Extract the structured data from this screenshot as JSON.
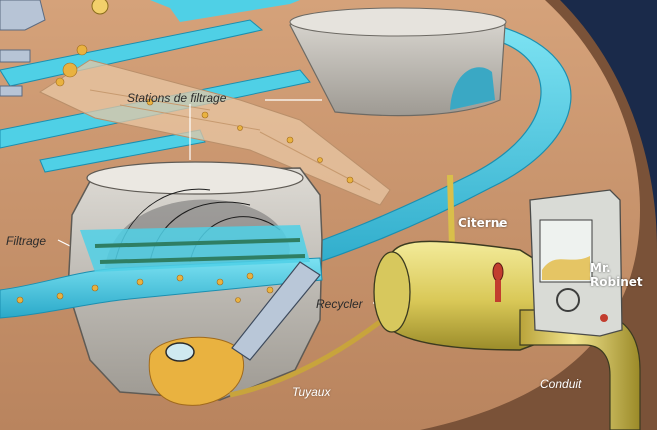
{
  "labels": {
    "filtering_stations": "Stations de filtrage",
    "filtration": "Filtrage",
    "recycle": "Recycler",
    "pipes": "Tuyaux",
    "conduit": "Conduit",
    "tank": "Citerne",
    "mr_tap_line1": "Mr.",
    "mr_tap_line2": "Robinet"
  },
  "colors": {
    "ground": "#c9956e",
    "ground_dark": "#9c6a4c",
    "rim": "#7a5238",
    "water": "#4fd0e6",
    "water_dark": "#1b8fb0",
    "concrete": "#cfcbc4",
    "concrete_dark": "#8f8b85",
    "tank": "#e6d86a",
    "tank_dark": "#a79a2e",
    "sludge": "#e9b240",
    "navy": "#1a2a4a"
  }
}
